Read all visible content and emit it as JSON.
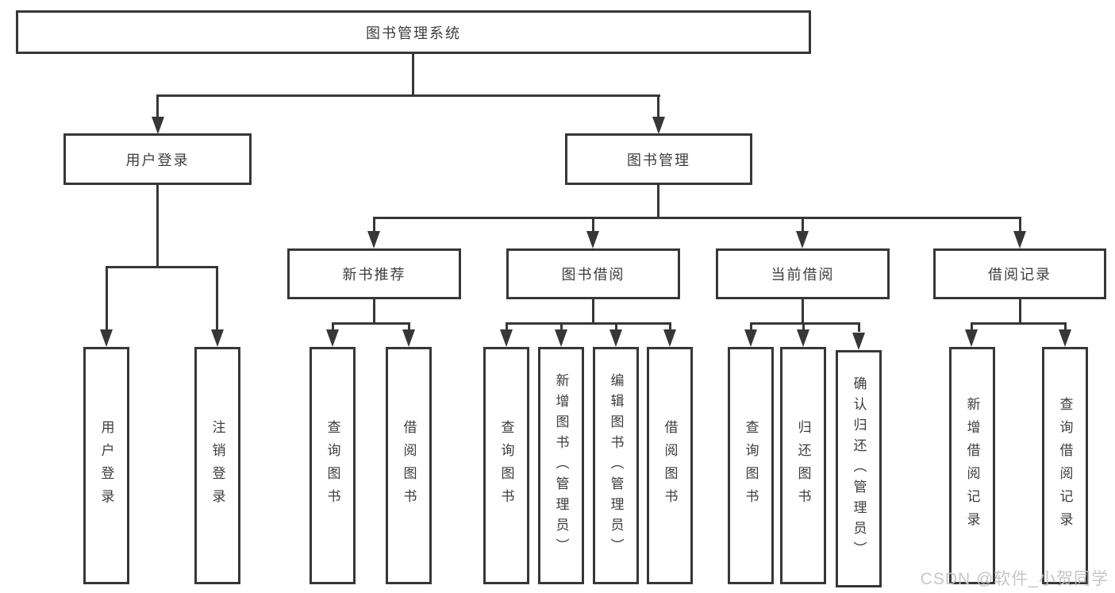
{
  "diagram": {
    "root": {
      "label": "图书管理系统"
    },
    "branches": [
      {
        "label": "用户登录",
        "leaves": [
          "用户登录",
          "注销登录"
        ]
      },
      {
        "label": "图书管理",
        "children": [
          {
            "label": "新书推荐",
            "leaves": [
              "查询图书",
              "借阅图书"
            ]
          },
          {
            "label": "图书借阅",
            "leaves": [
              "查询图书",
              "新增图书（管理员）",
              "编辑图书（管理员）",
              "借阅图书"
            ]
          },
          {
            "label": "当前借阅",
            "leaves": [
              "查询图书",
              "归还图书",
              "确认归还（管理员）"
            ]
          },
          {
            "label": "借阅记录",
            "leaves": [
              "新增借阅记录",
              "查询借阅记录"
            ]
          }
        ]
      }
    ]
  },
  "watermark": {
    "text": "CSDN @软件_小贺同学"
  },
  "colors": {
    "line": "#373737",
    "text": "#3d3d3d",
    "watermark_text": "#c3c3c3",
    "background": "#ffffff"
  }
}
